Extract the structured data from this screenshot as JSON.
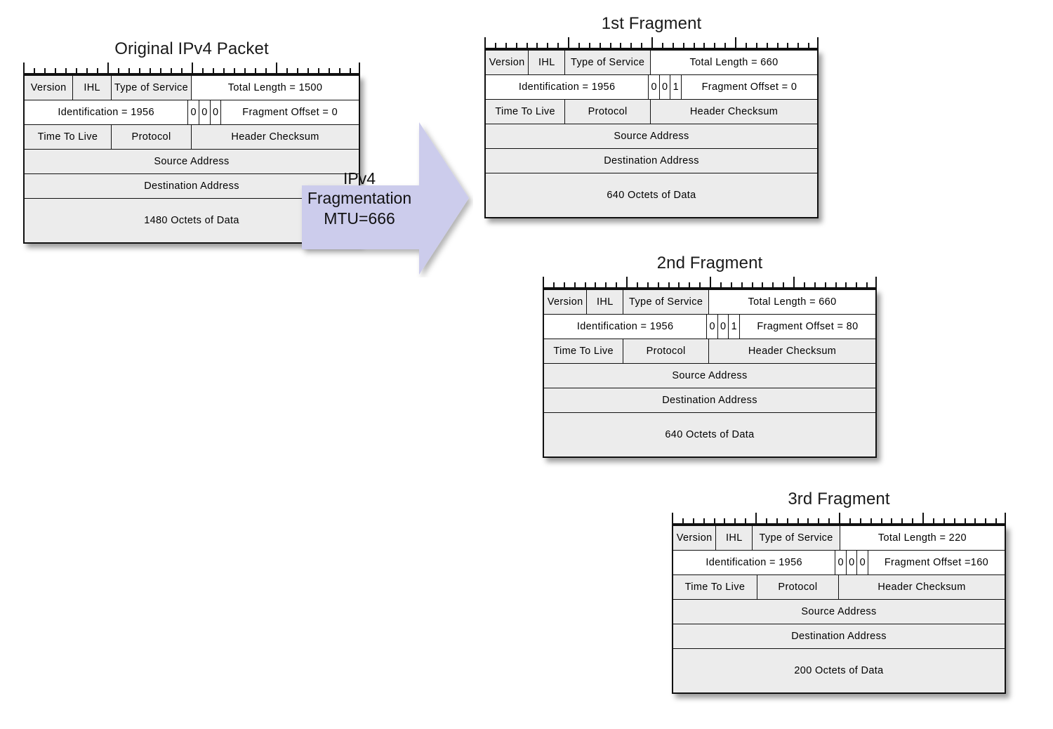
{
  "diagram": {
    "title_text_font_color": "#1a1a1a",
    "cell_fill": "#ececec",
    "cell_fill_highlight": "#ffffff",
    "arrow_fill": "#ccccec",
    "border_color": "#111111"
  },
  "arrow": {
    "line1": "IPv4 Fragmentation",
    "line2": "MTU=666"
  },
  "packets": [
    {
      "id": "original",
      "title": "Original IPv4 Packet",
      "row1": {
        "version": "Version",
        "ihl": "IHL",
        "tos": "Type of Service",
        "total_length": "Total Length = 1500"
      },
      "row2": {
        "identification": "Identification = 1956",
        "flag1": "0",
        "flag2": "0",
        "flag3": "0",
        "fragment_offset": "Fragment Offset = 0"
      },
      "row3": {
        "ttl": "Time To Live",
        "protocol": "Protocol",
        "checksum": "Header Checksum"
      },
      "source": "Source Address",
      "destination": "Destination Address",
      "data": "1480 Octets of Data"
    },
    {
      "id": "fragment-1",
      "title": "1st Fragment",
      "row1": {
        "version": "Version",
        "ihl": "IHL",
        "tos": "Type of Service",
        "total_length": "Total Length = 660"
      },
      "row2": {
        "identification": "Identification = 1956",
        "flag1": "0",
        "flag2": "0",
        "flag3": "1",
        "fragment_offset": "Fragment Offset = 0"
      },
      "row3": {
        "ttl": "Time To Live",
        "protocol": "Protocol",
        "checksum": "Header Checksum"
      },
      "source": "Source Address",
      "destination": "Destination Address",
      "data": "640 Octets of Data"
    },
    {
      "id": "fragment-2",
      "title": "2nd Fragment",
      "row1": {
        "version": "Version",
        "ihl": "IHL",
        "tos": "Type of Service",
        "total_length": "Total Length = 660"
      },
      "row2": {
        "identification": "Identification = 1956",
        "flag1": "0",
        "flag2": "0",
        "flag3": "1",
        "fragment_offset": "Fragment Offset = 80"
      },
      "row3": {
        "ttl": "Time To Live",
        "protocol": "Protocol",
        "checksum": "Header Checksum"
      },
      "source": "Source Address",
      "destination": "Destination Address",
      "data": "640 Octets of Data"
    },
    {
      "id": "fragment-3",
      "title": "3rd Fragment",
      "row1": {
        "version": "Version",
        "ihl": "IHL",
        "tos": "Type of Service",
        "total_length": "Total Length = 220"
      },
      "row2": {
        "identification": "Identification = 1956",
        "flag1": "0",
        "flag2": "0",
        "flag3": "0",
        "fragment_offset": "Fragment Offset =160"
      },
      "row3": {
        "ttl": "Time To Live",
        "protocol": "Protocol",
        "checksum": "Header Checksum"
      },
      "source": "Source Address",
      "destination": "Destination Address",
      "data": "200 Octets of Data"
    }
  ],
  "ruler": {
    "total_bits": 32,
    "major_every": 8
  }
}
